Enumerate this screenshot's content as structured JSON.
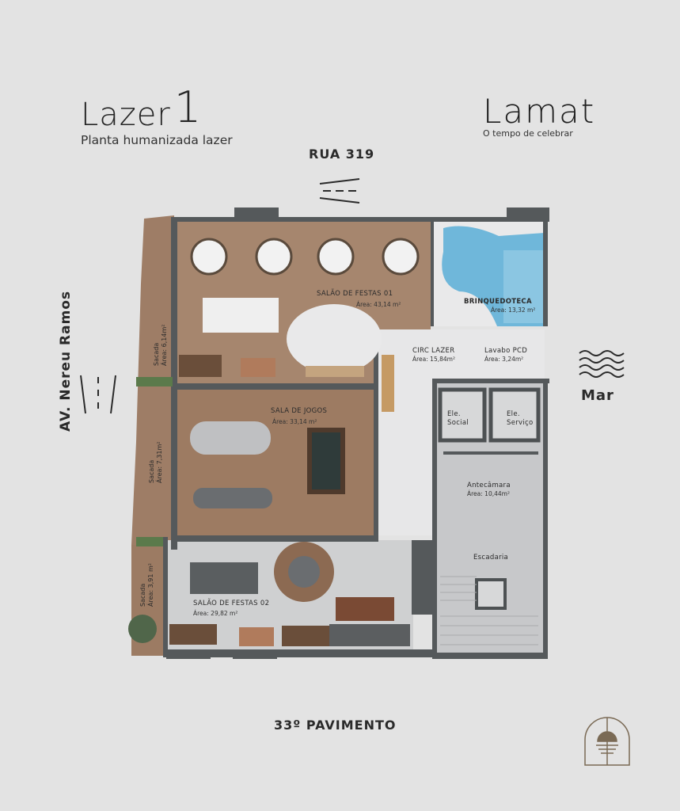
{
  "header": {
    "title": "Lazer",
    "title_number": "1",
    "subtitle": "Planta humanizada lazer"
  },
  "brand": {
    "name": "Lamat",
    "tagline": "O tempo de celebrar"
  },
  "streets": {
    "top": "RUA 319",
    "left": "AV. Nereu Ramos",
    "right": "Mar"
  },
  "floor": "33º PAVIMENTO",
  "rooms": {
    "salao_festas_01": {
      "name": "SALÃO DE FESTAS 01",
      "area": "Área: 43,14 m²"
    },
    "brinquedoteca": {
      "name": "BRINQUEDOTECA",
      "area": "Área: 13,32 m²"
    },
    "circ_lazer": {
      "name": "CIRC LAZER",
      "area": "Área: 15,84m²"
    },
    "lavabo_pcd": {
      "name": "Lavabo PCD",
      "area": "Área: 3,24m²"
    },
    "sala_jogos": {
      "name": "SALA DE JOGOS",
      "area": "Área: 33,14 m²"
    },
    "ele_social": {
      "name": "Ele. Social"
    },
    "ele_servico": {
      "name": "Ele. Serviço"
    },
    "antecamara": {
      "name": "Antecâmara",
      "area": "Área: 10,44m²"
    },
    "escadaria": {
      "name": "Escadaria"
    },
    "salao_festas_02": {
      "name": "SALÃO DE FESTAS 02",
      "area": "Área: 29,82 m²"
    },
    "sacada_1": {
      "name": "Sacada",
      "area": "Área: 6,14m²"
    },
    "sacada_2": {
      "name": "Sacada",
      "area": "Área: 7,31m²"
    },
    "sacada_3": {
      "name": "Sacada",
      "area": "Área: 3,91 m²"
    }
  },
  "colors": {
    "background": "#e3e3e3",
    "wood_floor": "#a08068",
    "walls": "#5b5f60",
    "grey_floor": "#cfd0d1",
    "pool": "#6db5d9",
    "logo_line": "#7a6a55"
  }
}
